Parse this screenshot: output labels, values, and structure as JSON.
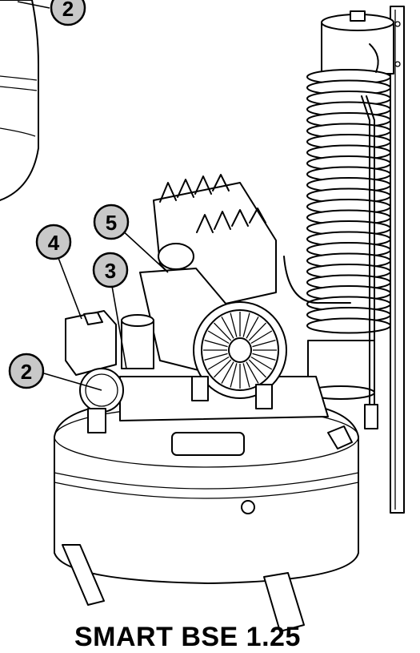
{
  "callouts": [
    {
      "label": "2"
    },
    {
      "label": "5"
    },
    {
      "label": "4"
    },
    {
      "label": "3"
    },
    {
      "label": "2"
    }
  ],
  "caption": {
    "model": "SMART BSE 1.25"
  },
  "colors": {
    "line": "#000000",
    "callout_fill": "#c8c8c8",
    "background": "#ffffff"
  }
}
